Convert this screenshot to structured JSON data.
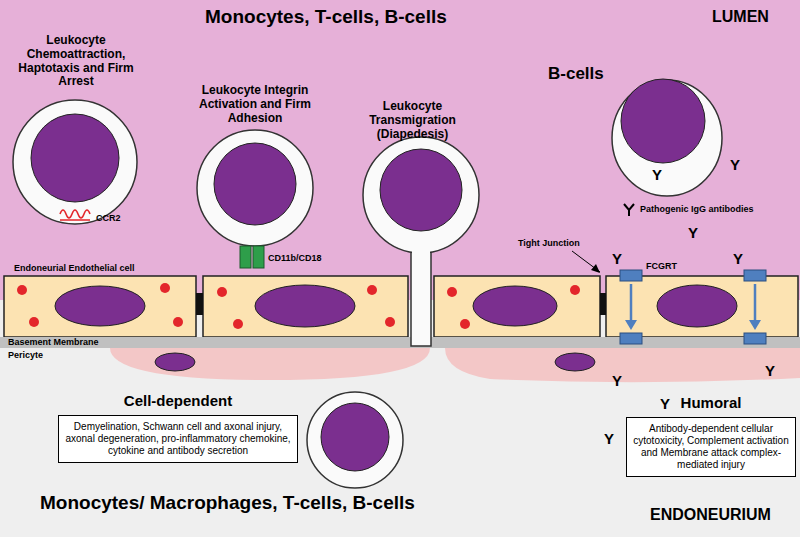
{
  "diagram": {
    "nodes": [
      {
        "text": [
          "Cell-dependent",
          "Demyelination, Schwann cell and axonal injury, axonal degeneration, pro-inflammatory chemokine, cytokine and antibody secretion"
        ]
      },
      {
        "text": [
          "Humoral",
          "Antibody-dependent cellular cytotoxicity, Complement activation and Membrane attack complex-mediated injury"
        ]
      }
    ],
    "labels": [
      "Monocytes, T-cells, B-cells",
      "LUMEN",
      "Leukocyte Chemoattraction, Haptotaxis and Firm Arrest",
      "CCR2",
      "Leukocyte Integrin Activation and Firm Adhesion",
      "CD11b/CD18",
      "Leukocyte Transmigration (Diapedesis)",
      "B-cells",
      "Endoneurial Endothelial cell",
      "Tight Junction",
      "FCGRT",
      "Basement Membrane",
      "Pericyte",
      "Monocytes/ Macrophages, T-cells, B-cells",
      "ENDONEURIUM",
      "Y",
      "Y",
      "Y",
      "Y",
      "Y",
      "Y",
      "Y",
      "Y",
      "Y"
    ],
    "legend": [
      {
        "text": "Pathogenic IgG antibodies"
      }
    ]
  }
}
